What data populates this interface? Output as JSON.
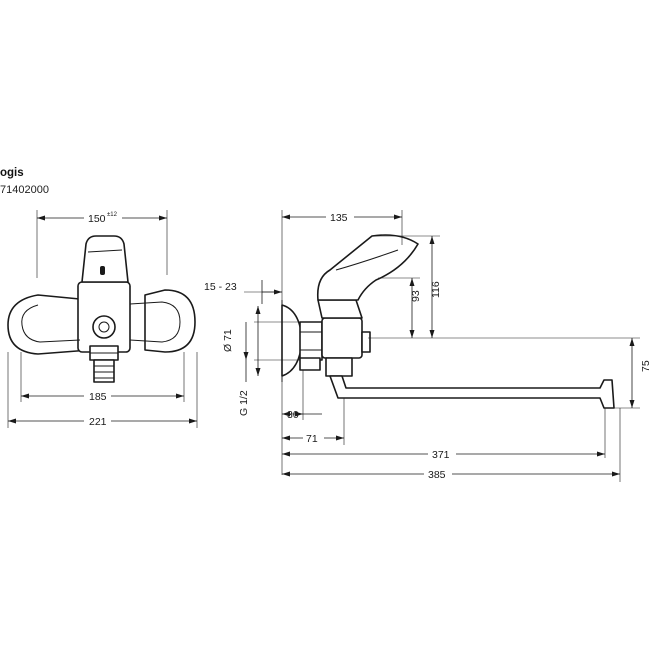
{
  "header": {
    "title": "ogis",
    "code": "71402000"
  },
  "front_view": {
    "dim_top": "150",
    "dim_top_tolerance": "±12",
    "dim_middle": "185",
    "dim_bottom": "221"
  },
  "side_view": {
    "dim_135": "135",
    "dim_93": "93",
    "dim_116": "116",
    "dim_15_23": "15 - 23",
    "dim_d71": "Ø 71",
    "dim_g12": "G 1/2",
    "dim_30": "30",
    "dim_71": "71",
    "dim_75": "75",
    "dim_371": "371",
    "dim_385": "385"
  }
}
